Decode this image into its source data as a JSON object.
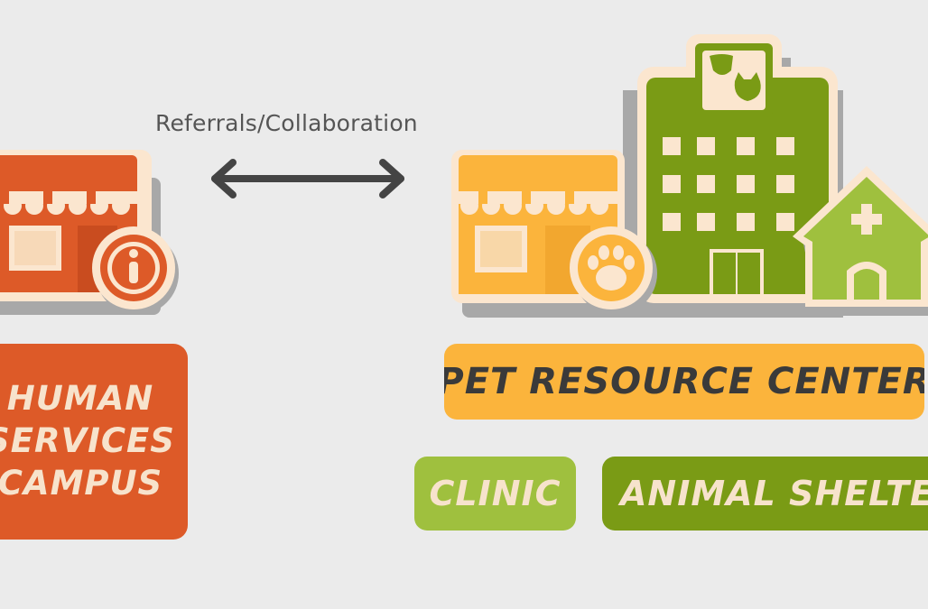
{
  "connector": {
    "label": "Referrals/Collaboration",
    "direction": "bidirectional"
  },
  "human_services": {
    "lines": [
      "HUMAN",
      "SERVICES",
      "CAMPUS"
    ],
    "color": "#dd5a28",
    "icons": [
      "storefront-icon",
      "info-icon"
    ]
  },
  "pet_resource_center": {
    "title": "PET RESOURCE CENTER",
    "color": "#fbb43c",
    "icons": [
      "storefront-icon",
      "paw-icon",
      "hospital-building-icon",
      "house-cross-icon"
    ],
    "sub_units": [
      {
        "label": "CLINIC",
        "color": "#9fc03e"
      },
      {
        "label": "ANIMAL SHELTER",
        "color": "#7a9b15"
      }
    ]
  },
  "palette": {
    "background": "#ebebeb",
    "cream": "#fbe6cf",
    "shadow": "#a8a8a8",
    "arrow": "#444444"
  }
}
